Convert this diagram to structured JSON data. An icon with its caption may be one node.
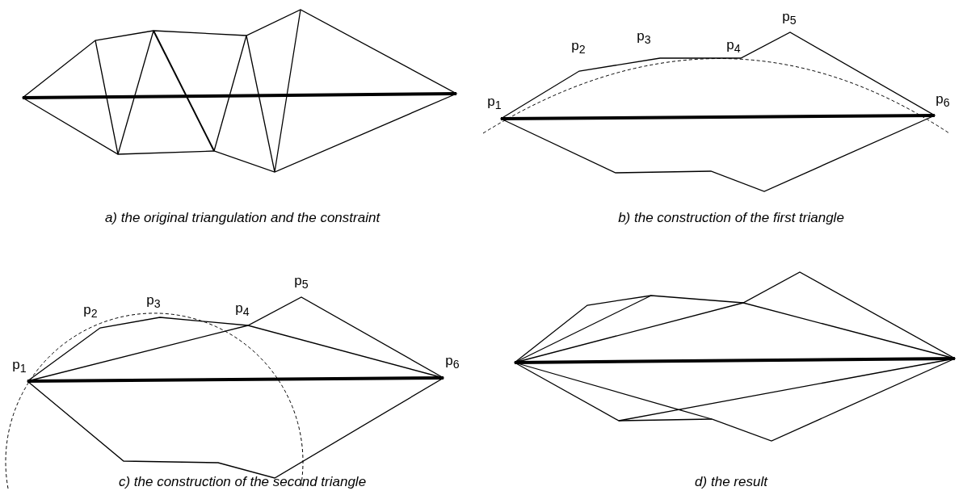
{
  "diagram": {
    "labels": [
      "p$_{5}$",
      "p$_{2}$",
      "p$_{3}$",
      "p$_{4}$",
      "p$_{1}$",
      "p$_{6}$",
      "a) the original triangulation and the constraint",
      "b) the construction of the first triangle",
      "p$_{5}$",
      "p$_{2}$",
      "p$_{3}$",
      "p$_{4}$",
      "p$_{1}$",
      "p$_{6}$",
      "c) the construction of the second triangle",
      "d) the result"
    ]
  }
}
